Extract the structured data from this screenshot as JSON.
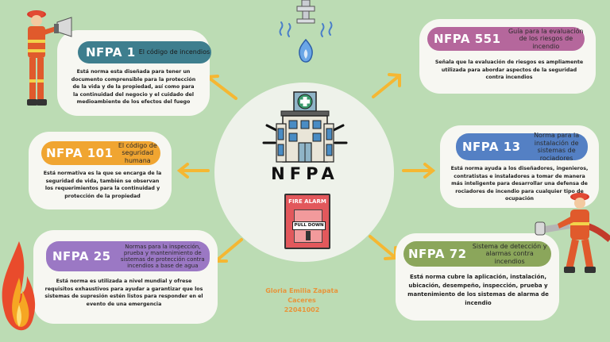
{
  "center": {
    "title": "NFPA",
    "alarm_top": "FIRE ALARM",
    "alarm_handle": "PULL DOWN"
  },
  "author": {
    "name": "Gloria Emilia Zapata Caceres",
    "id": "22041002"
  },
  "nodes": {
    "nfpa1": {
      "code": "NFPA 1",
      "subtitle": "El código de incendios",
      "description": "Está norma esta diseñada para tener un documento comprensible para la protección de la vida y de la propiedad, así como para la continuidad del negocio y el cuidado del medioambiente de los efectos del fuego"
    },
    "nfpa101": {
      "code": "NFPA 101",
      "subtitle": "El código de seguridad humana",
      "description": "Está normativa es la que se encarga de la seguridad de vida, también se observan los requerimientos para la continuidad y protección de la propiedad"
    },
    "nfpa25": {
      "code": "NFPA 25",
      "subtitle": "Normas para la inspección, prueba y mantenimiento de sistemas de protección contra incendios a base de agua",
      "description": "Está norma es utilizada a nivel mundial y ofrese requisitos exhaustivos para ayudar a garantizar que los sistemas de supresión estén listos para responder en el evento de una emergencia"
    },
    "nfpa551": {
      "code": "NFPA 551",
      "subtitle": "Guía para la evaluación de los riesgos de incendio",
      "description": "Señala que la evaluación de riesgos es ampliamente utilizada para abordar aspectos de la seguridad contra incendios"
    },
    "nfpa13": {
      "code": "NFPA 13",
      "subtitle": "Norma para la instalación de sistemas de rociadores",
      "description": "Está norma ayuda a los diseñadores, ingenieros, contratistas e instaladores a tomar de manera más inteligente para desarrollar una defensa de rociadores de incendio para cualquier tipo de ocupación"
    },
    "nfpa72": {
      "code": "NFPA 72",
      "subtitle": "Sistema de detección y alarmas contra incendios",
      "description": "Está norma cubre la aplicación, instalación, ubicación, desempeño, inspección, prueba y mantenimiento de los sistemas de alarma de incendio"
    }
  },
  "colors": {
    "background": "#bcdcb4",
    "card": "#f7f7f2",
    "nfpa1": "#3e7e8e",
    "nfpa101": "#f0a531",
    "nfpa25": "#9b78c4",
    "nfpa551": "#b5679c",
    "nfpa13": "#5480c4",
    "nfpa72": "#8ba65b",
    "arrow": "#f5b732",
    "author": "#e8943a"
  }
}
